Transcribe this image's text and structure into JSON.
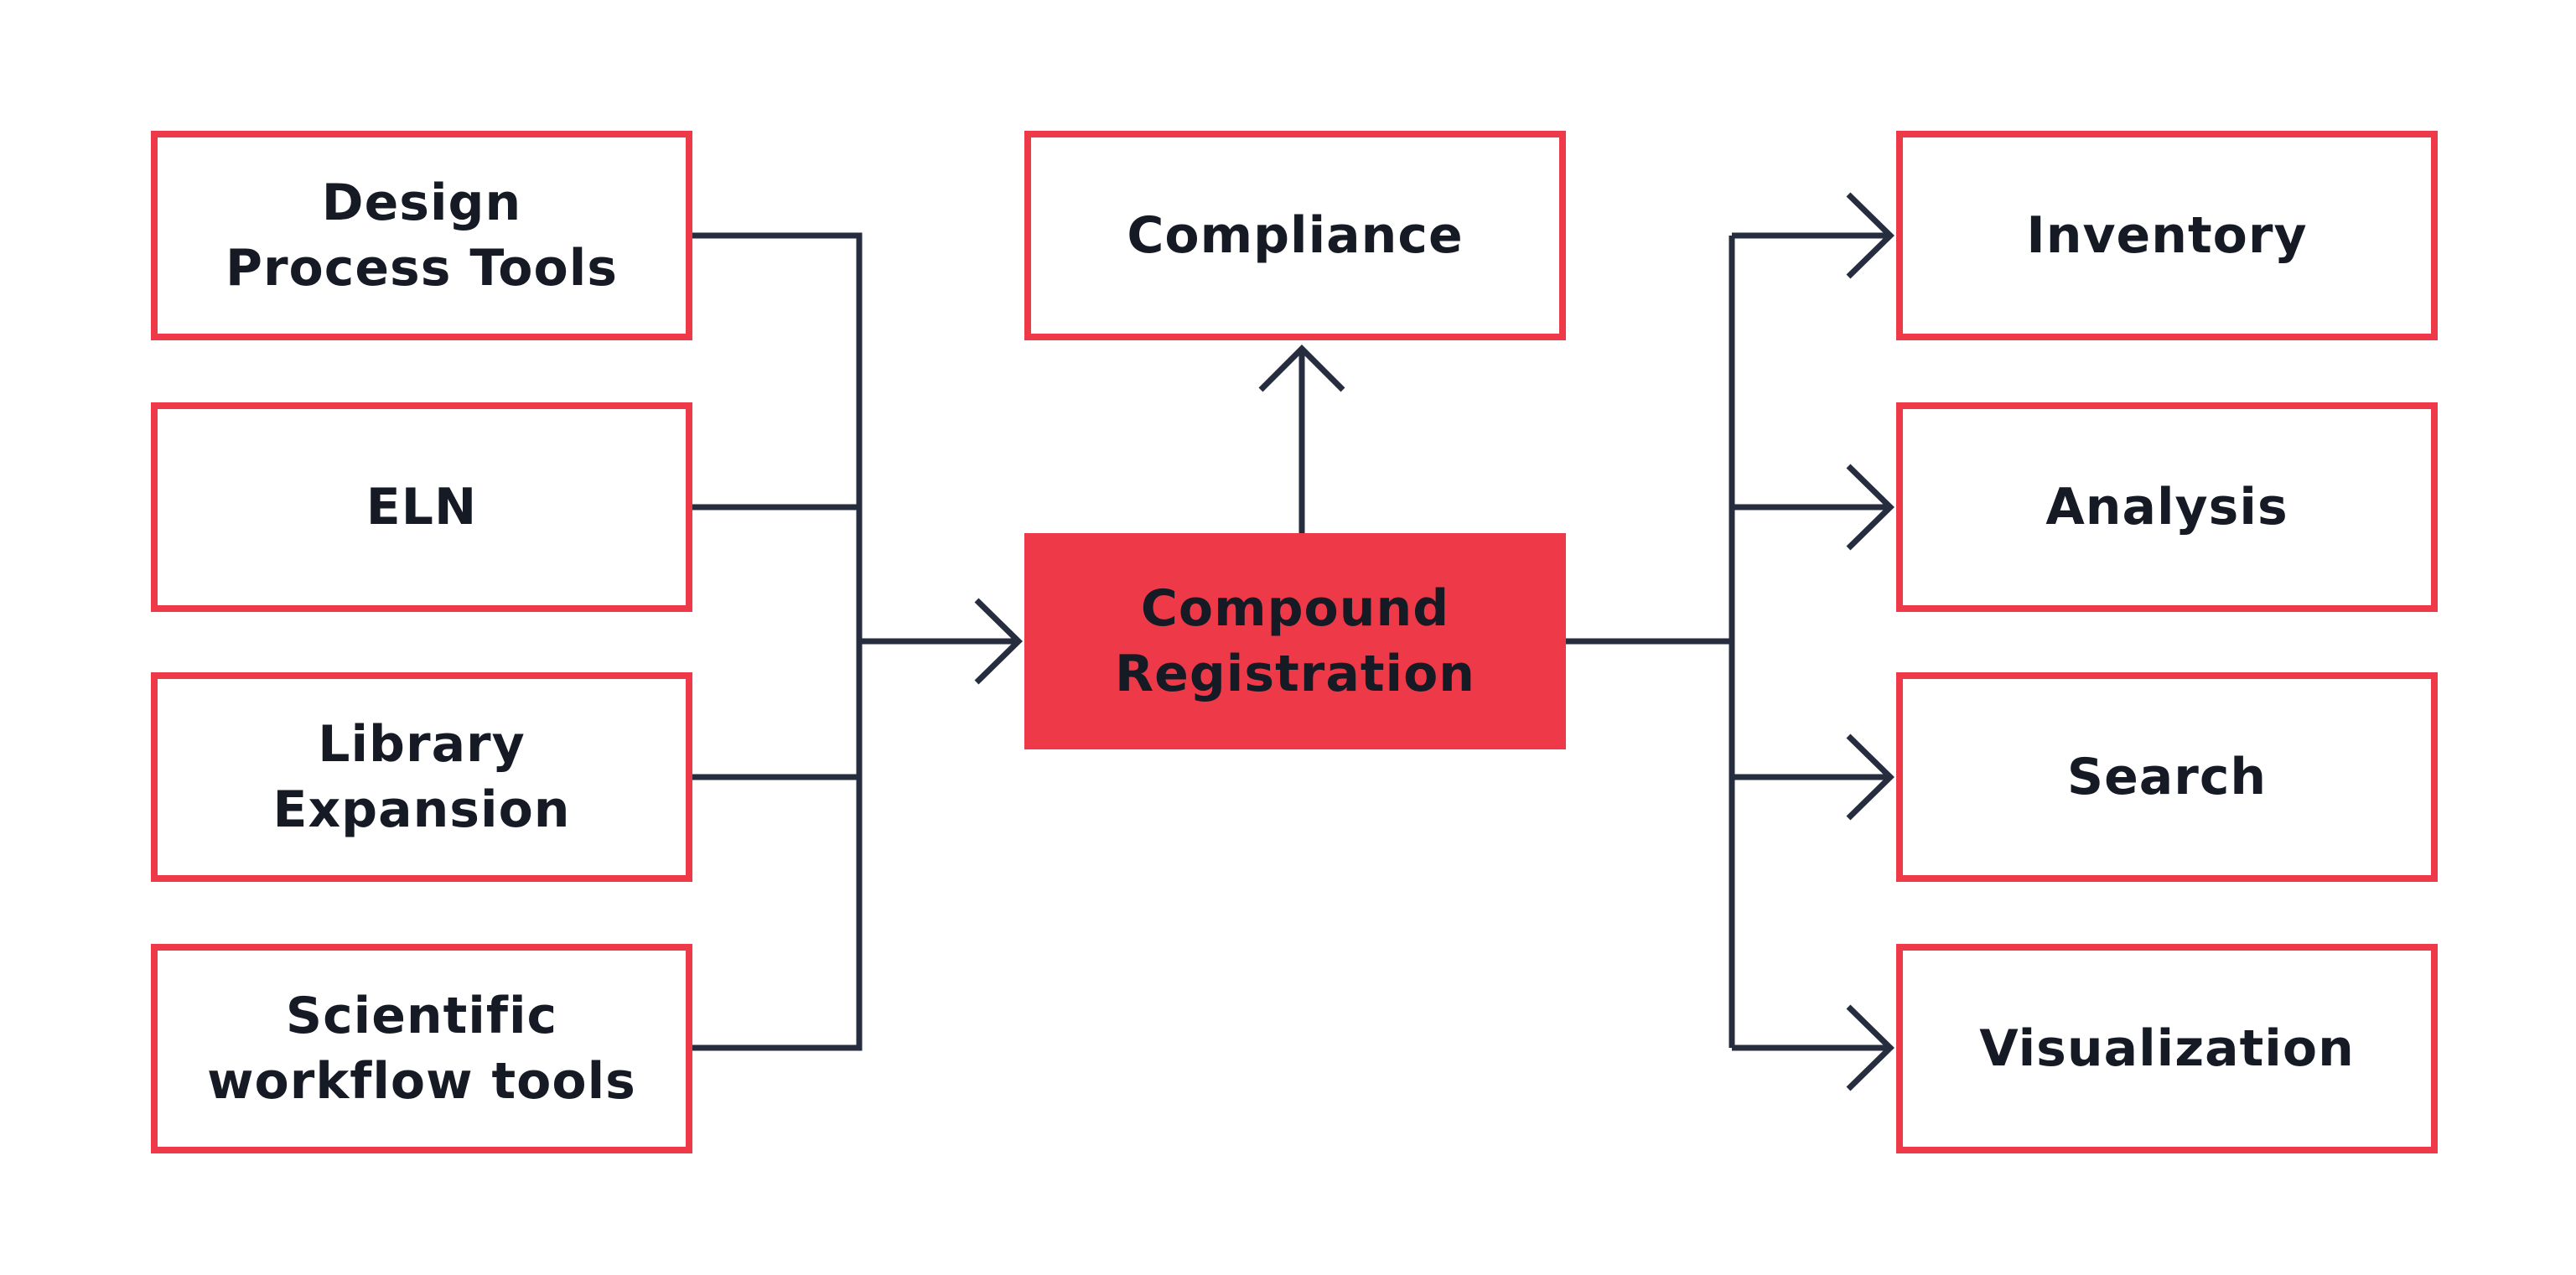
{
  "colors": {
    "accent": "#ee3a48",
    "text": "#151a24",
    "connector": "#262d3f",
    "background": "#ffffff"
  },
  "inputs": [
    {
      "id": "design",
      "label": "Design\nProcess Tools"
    },
    {
      "id": "eln",
      "label": "ELN"
    },
    {
      "id": "library",
      "label": "Library\nExpansion"
    },
    {
      "id": "scientific",
      "label": "Scientific\nworkflow tools"
    }
  ],
  "center": {
    "compliance": {
      "label": "Compliance"
    },
    "compound": {
      "label": "Compound\nRegistration"
    }
  },
  "outputs": [
    {
      "id": "inventory",
      "label": "Inventory"
    },
    {
      "id": "analysis",
      "label": "Analysis"
    },
    {
      "id": "search",
      "label": "Search"
    },
    {
      "id": "visualization",
      "label": "Visualization"
    }
  ]
}
